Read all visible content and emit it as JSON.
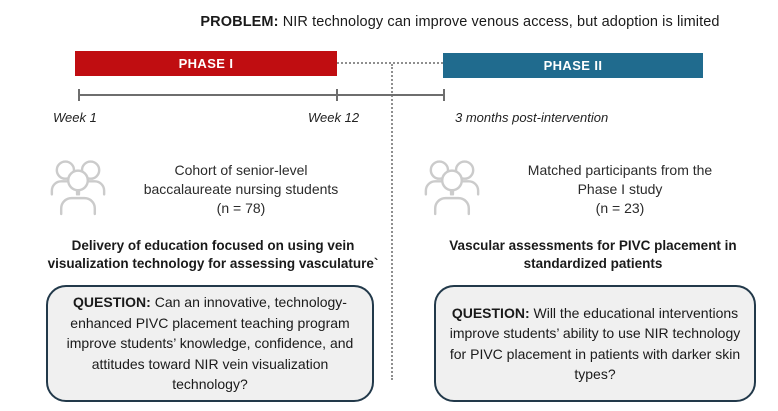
{
  "title": {
    "label": "PROBLEM:",
    "text": "NIR technology can improve venous access, but adoption is limited"
  },
  "colors": {
    "phase1": "#c00d11",
    "phase2": "#206b8e",
    "box_border": "#22394a",
    "box_fill": "#f0f0f0"
  },
  "timeline": {
    "week1": "Week 1",
    "week12": "Week 12",
    "post_intervention": "3 months post-intervention"
  },
  "icons": {
    "people_group": "people-group-icon"
  },
  "phase1": {
    "bar_label": "PHASE I",
    "cohort_lines": [
      "Cohort of senior-level",
      "baccalaureate nursing students",
      "(n = 78)"
    ],
    "intervention": "Delivery of education focused on using vein visualization technology for assessing vasculature`",
    "question_label": "QUESTION:",
    "question_text": "Can an innovative, technology-enhanced PIVC placement teaching program improve students’ knowledge, confidence, and attitudes toward NIR vein visualization technology?"
  },
  "phase2": {
    "bar_label": "PHASE II",
    "cohort_lines": [
      "Matched participants from the",
      "Phase I study",
      "(n = 23)"
    ],
    "intervention": "Vascular assessments for PIVC placement in standardized patients",
    "question_label": "QUESTION:",
    "question_text": "Will the educational interventions improve students’ ability to use NIR technology for PIVC placement in patients with darker skin types?"
  }
}
